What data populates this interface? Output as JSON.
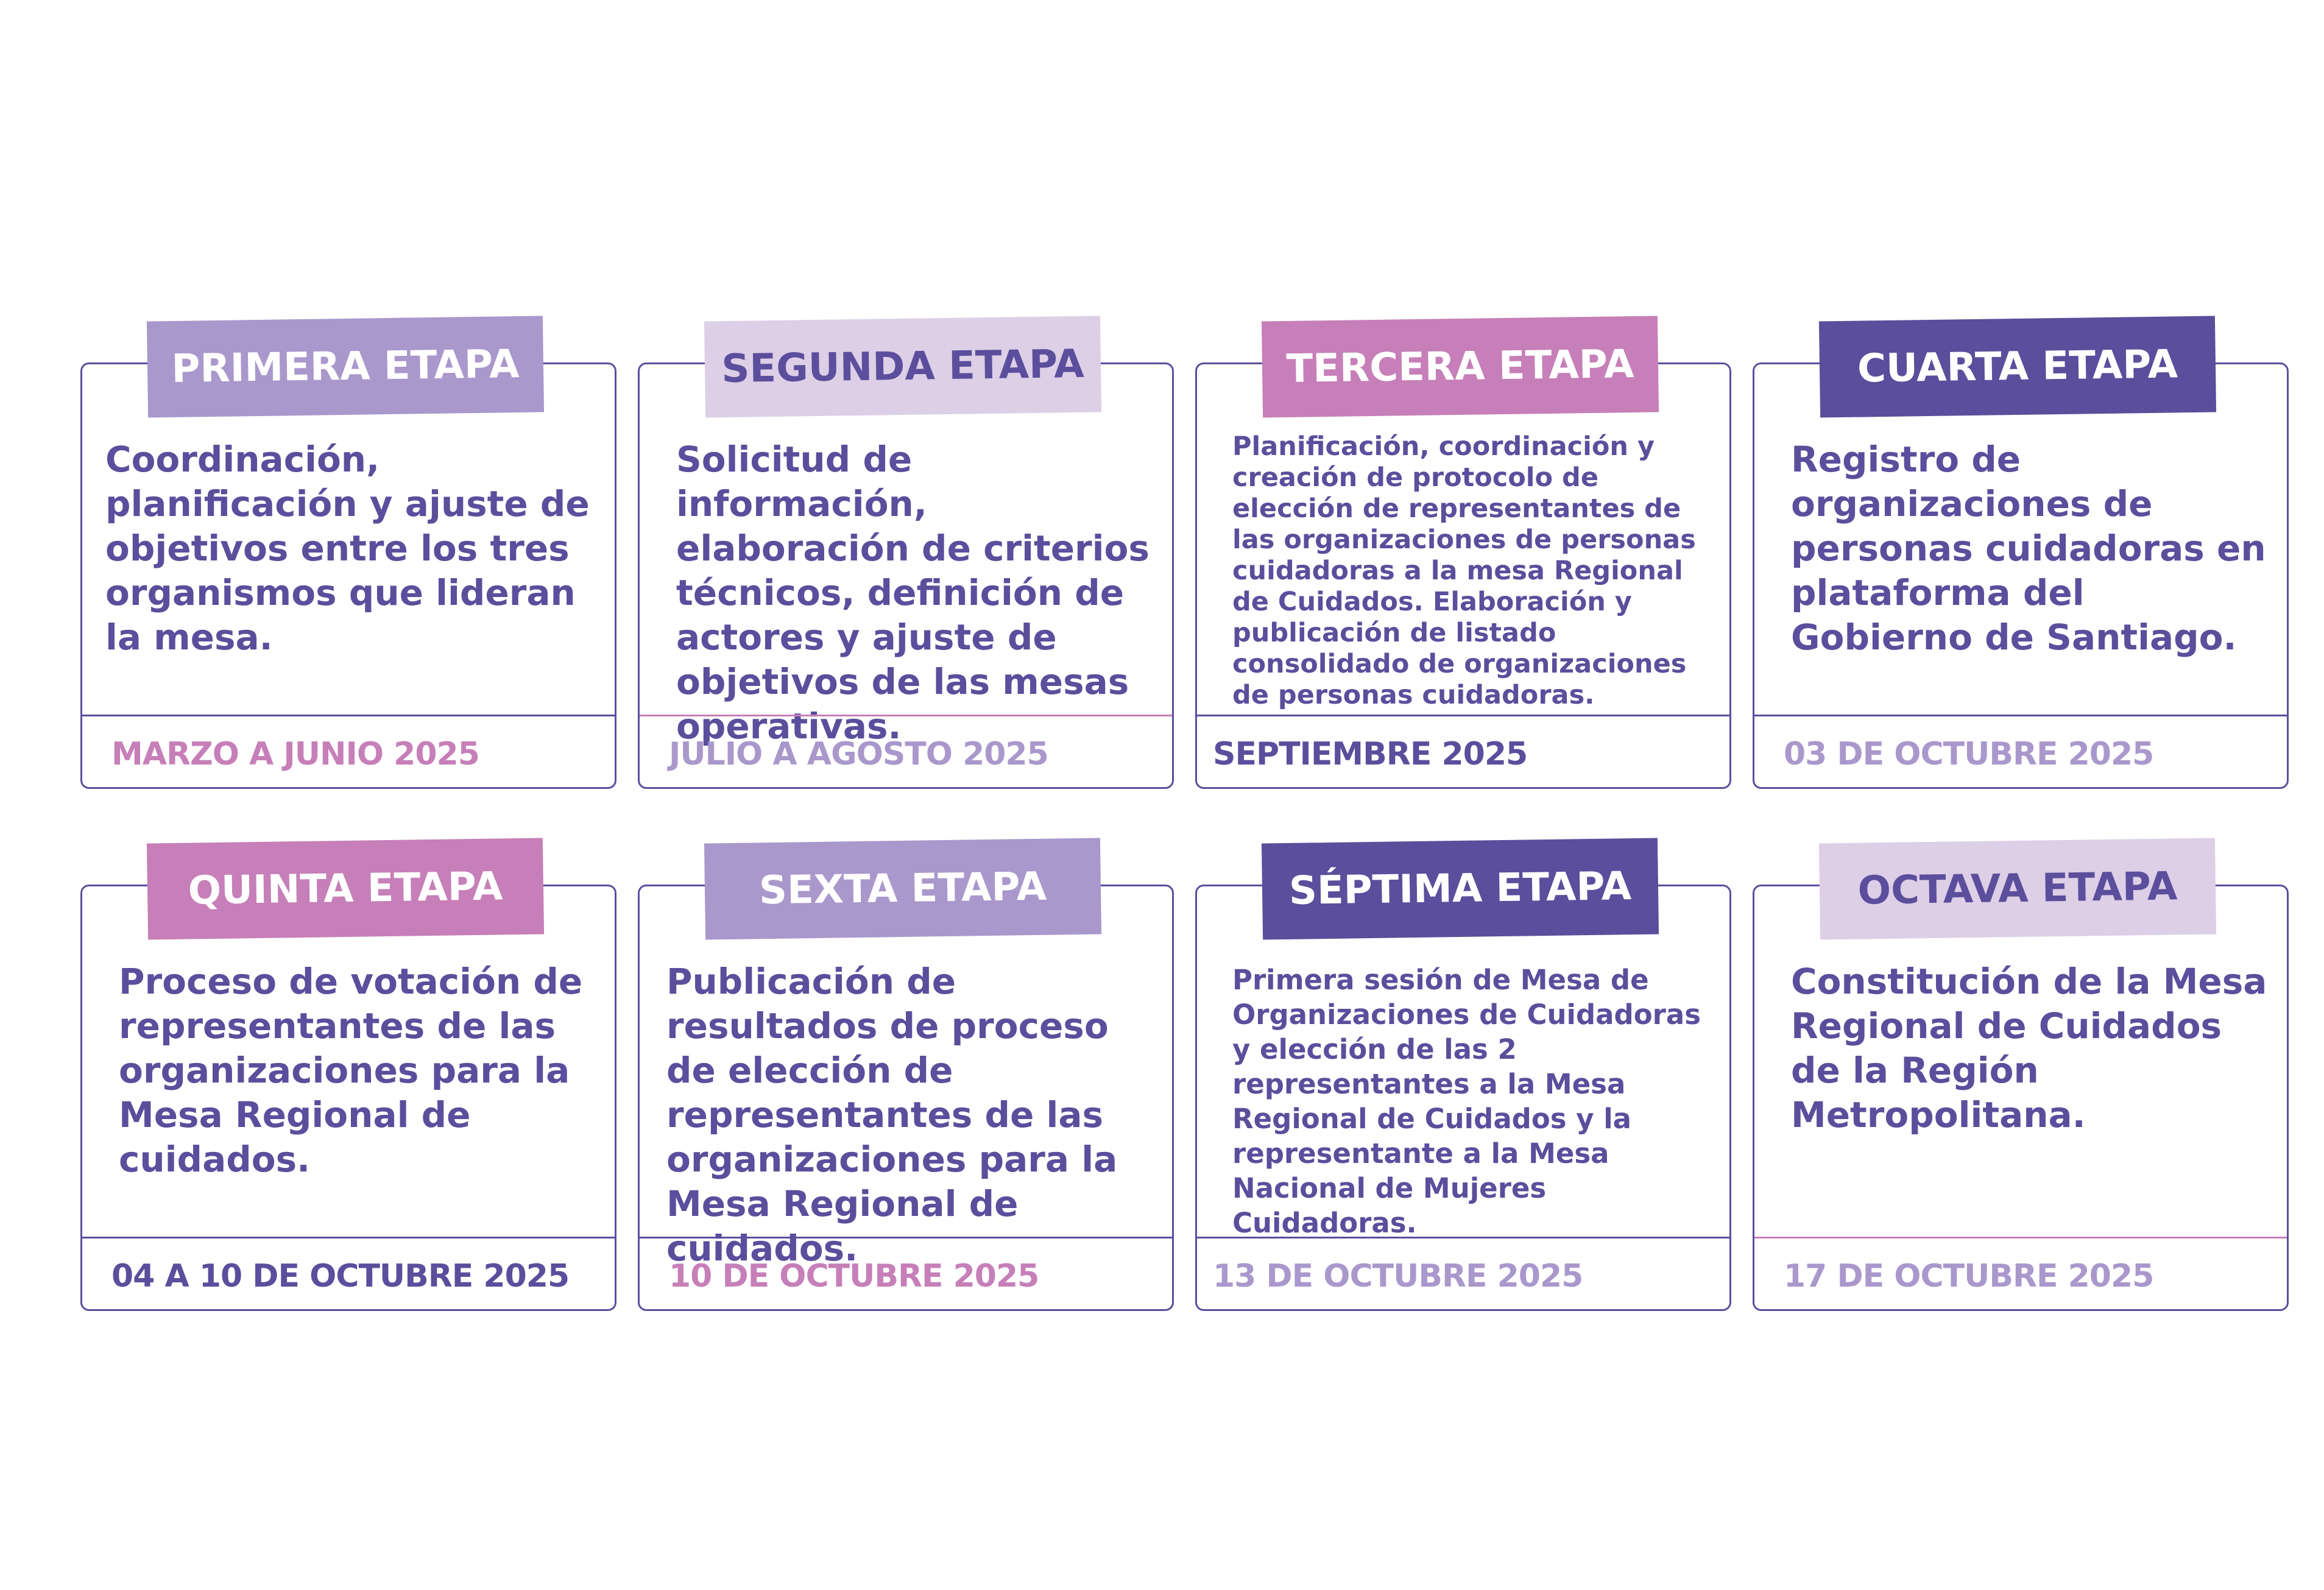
{
  "stages": [
    {
      "title": "PRIMERA ETAPA",
      "description": "Coordinación, planificación y ajuste de objetivos entre los tres organismos que lideran la mesa.",
      "date": "MARZO A JUNIO 2025",
      "tag_bg": "#a998cc",
      "tag_fg": "#ffffff",
      "date_color": "#c67fb8"
    },
    {
      "title": "SEGUNDA ETAPA",
      "description": "Solicitud de información, elaboración de criterios técnicos, definición de actores y ajuste de objetivos de las mesas operativas.",
      "date": "JULIO A AGOSTO 2025",
      "tag_bg": "#dccfe6",
      "tag_fg": "#5b4e9c",
      "date_color": "#a998cc"
    },
    {
      "title": "TERCERA ETAPA",
      "description": "Planificación, coordinación y creación de protocolo de elección de representantes de las organizaciones de personas cuidadoras a la mesa Regional de Cuidados. Elaboración y publicación de listado consolidado de organizaciones de personas cuidadoras.",
      "date": "SEPTIEMBRE 2025",
      "tag_bg": "#c67fb8",
      "tag_fg": "#ffffff",
      "date_color": "#5b4e9c"
    },
    {
      "title": "CUARTA ETAPA",
      "description": "Registro de organizaciones de personas cuidadoras en plataforma del Gobierno de Santiago.",
      "date": "03 DE OCTUBRE 2025",
      "tag_bg": "#5b4e9c",
      "tag_fg": "#ffffff",
      "date_color": "#a998cc"
    },
    {
      "title": "QUINTA ETAPA",
      "description": "Proceso de votación de representantes de las organizaciones para la Mesa Regional de cuidados.",
      "date": "04 A 10 DE OCTUBRE 2025",
      "tag_bg": "#c67fb8",
      "tag_fg": "#ffffff",
      "date_color": "#5b4e9c"
    },
    {
      "title": "SEXTA ETAPA",
      "description": "Publicación de resultados de proceso de elección de representantes de las organizaciones para la Mesa Regional de cuidados.",
      "date": "10 DE OCTUBRE 2025",
      "tag_bg": "#a998cc",
      "tag_fg": "#ffffff",
      "date_color": "#c67fb8"
    },
    {
      "title": "SÉPTIMA ETAPA",
      "description": "Primera sesión de Mesa de Organizaciones de Cuidadoras y elección de las 2 representantes a la Mesa Regional de Cuidados y la representante a la Mesa Nacional de Mujeres Cuidadoras.",
      "date": "13 DE OCTUBRE 2025",
      "tag_bg": "#5b4e9c",
      "tag_fg": "#ffffff",
      "date_color": "#a998cc"
    },
    {
      "title": "OCTAVA ETAPA",
      "description": "Constitución de la Mesa Regional de Cuidados de la Región Metropolitana.",
      "date": "17 DE OCTUBRE 2025",
      "tag_bg": "#dccfe6",
      "tag_fg": "#5b4e9c",
      "date_color": "#a998cc"
    }
  ]
}
